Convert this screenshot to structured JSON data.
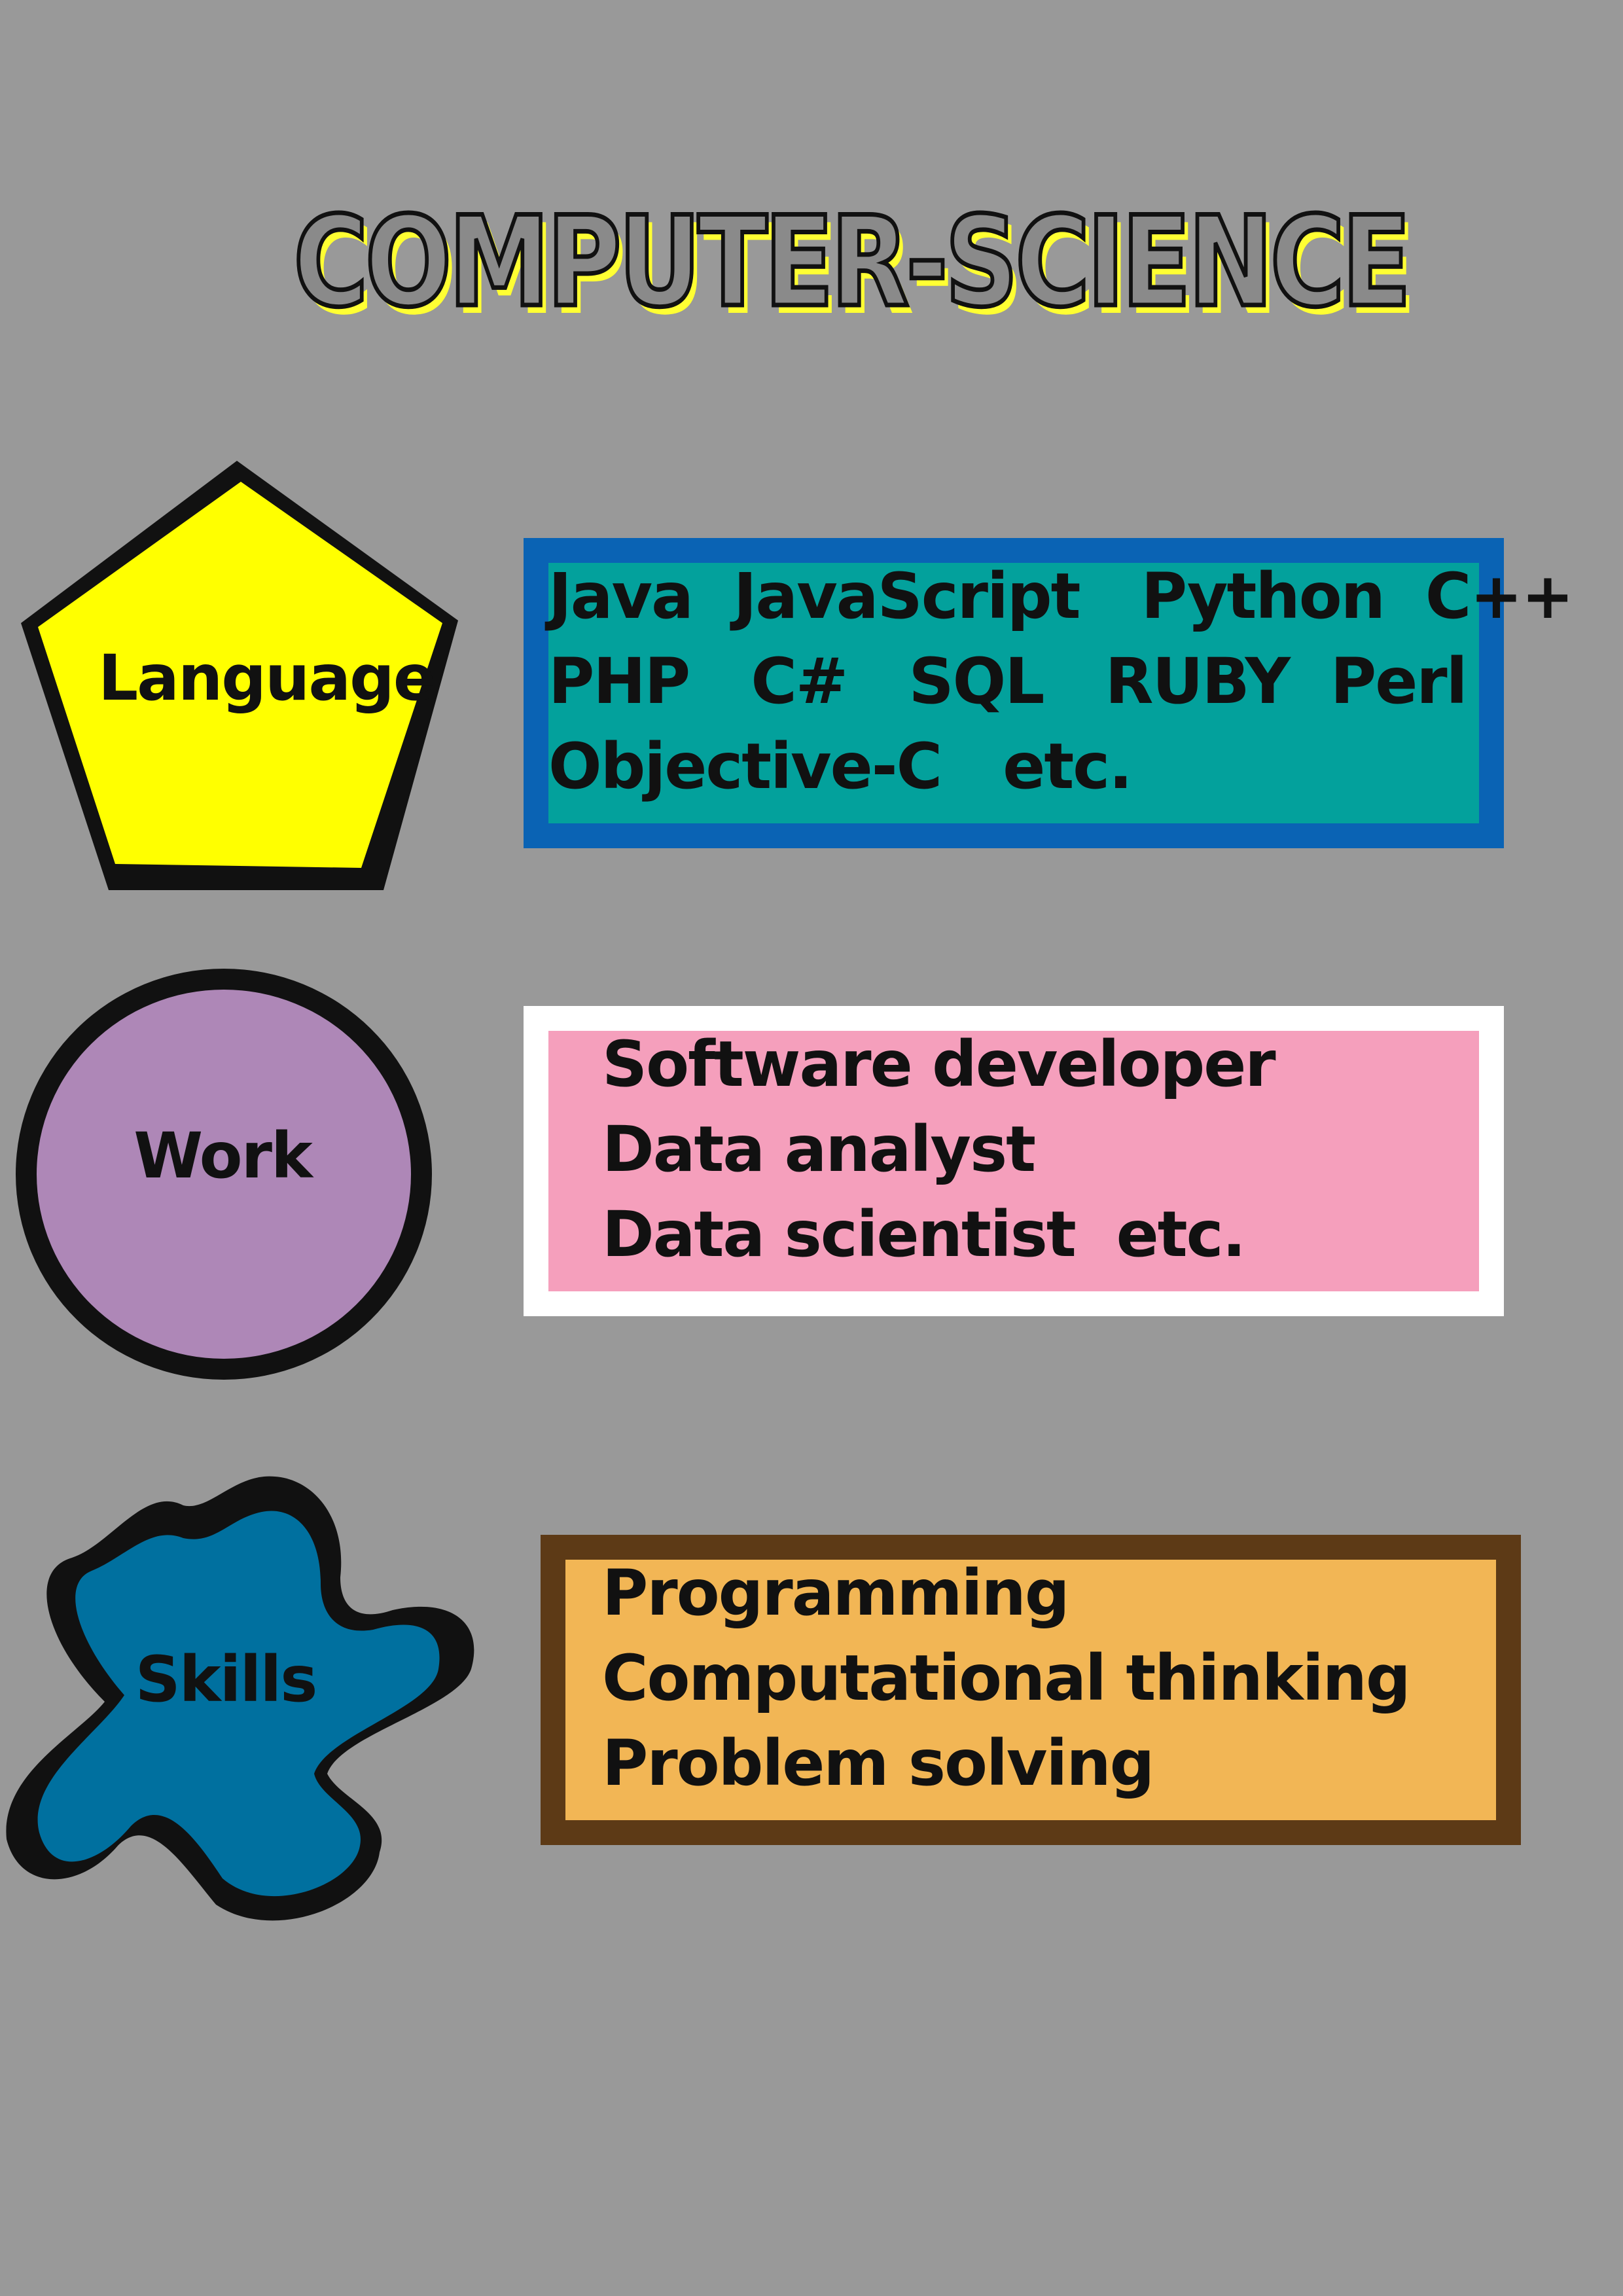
{
  "title": "COMPUTER-SCIENCE",
  "colors": {
    "background": "#999999",
    "title_fill": "#8a8a8a",
    "title_shadow": "#ffff33",
    "language_shape": "#ffff00",
    "work_shape": "#ae87b7",
    "skills_shape": "#00709f",
    "language_box_fill": "#03a19c",
    "language_box_border": "#0a63b4",
    "work_box_fill": "#f59fbc",
    "work_box_border": "#ffffff",
    "skills_box_fill": "#f2b655",
    "skills_box_border": "#5d3a16"
  },
  "sections": {
    "language": {
      "shape": "pentagon",
      "label": "Language",
      "lines": [
        "Java  JavaScript   Python  C++",
        "PHP   C#   SQL   RUBY  Perl",
        "Objective-C   etc."
      ]
    },
    "work": {
      "shape": "circle",
      "label": "Work",
      "lines": [
        "Software developer",
        "Data analyst",
        "Data scientist  etc."
      ]
    },
    "skills": {
      "shape": "splat",
      "label": "Skills",
      "lines": [
        "Programming",
        "Computational thinking",
        "Problem solving"
      ]
    }
  }
}
